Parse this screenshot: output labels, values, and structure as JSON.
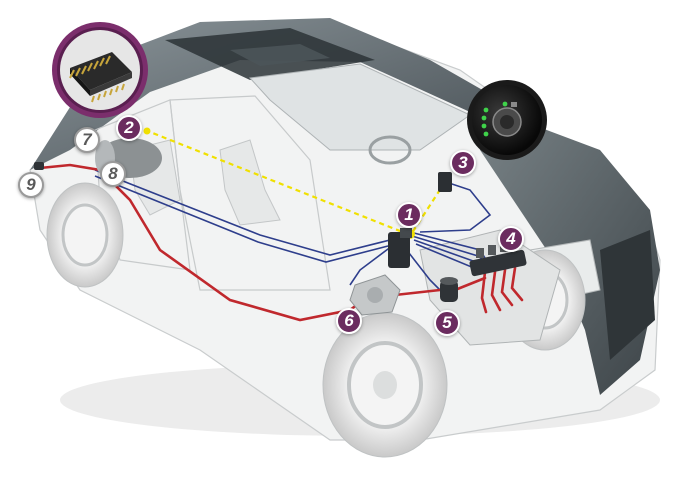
{
  "markers": [
    {
      "label": "1",
      "style": "purple"
    },
    {
      "label": "2",
      "style": "purple"
    },
    {
      "label": "3",
      "style": "purple"
    },
    {
      "label": "4",
      "style": "purple"
    },
    {
      "label": "5",
      "style": "purple"
    },
    {
      "label": "6",
      "style": "purple"
    },
    {
      "label": "7",
      "style": "white"
    },
    {
      "label": "8",
      "style": "white"
    },
    {
      "label": "9",
      "style": "white"
    }
  ],
  "colors": {
    "marker_fill": "#6b2c5f",
    "gas_line": "#c0282d",
    "wiring": "#2e3e8c",
    "signal_line": "#f0e000",
    "body_dark": "#5b6469",
    "switch_led": "#3fd24a"
  },
  "icons": [
    "ecu-chip-icon",
    "fuel-switch-icon"
  ]
}
